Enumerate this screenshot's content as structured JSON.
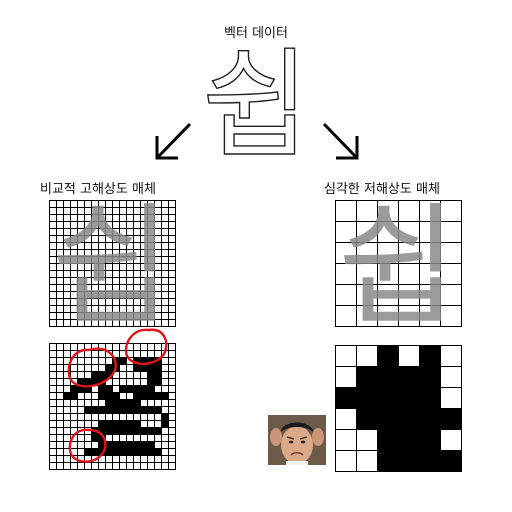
{
  "header": {
    "title": "벡터 데이터"
  },
  "left_panel": {
    "label": "비교적 고해상도 매체"
  },
  "right_panel": {
    "label": "심각한 저해상도 매체"
  },
  "glyph": "쉽",
  "colors": {
    "outline": "#222222",
    "glyph_fill": "#8a8a8a",
    "pixel_on": "#000000",
    "pixel_off": "#ffffff",
    "circle": "#e0141b"
  },
  "hi_res": {
    "rows": 18,
    "cols": 18,
    "pixels": [
      "..................",
      "..................",
      ".........##.####..",
      "........##..####..",
      "......###.....##..",
      "....####......##..",
      "...###.##.#####...",
      "..##...###..#####.",
      "........#####.....",
      ".....###########..",
      "................#.",
      ".......######...#.",
      "......##########..",
      "......##..........",
      ".......########...",
      ".....###########..",
      "..................",
      ".................."
    ]
  },
  "lo_res": {
    "rows": 6,
    "cols": 6,
    "pixels": [
      "..#.#.",
      ".####.",
      "#####.",
      ".#####",
      "..###.",
      "..####"
    ]
  },
  "icons": {
    "arrow_left": "arrow-down-left-icon",
    "arrow_right": "arrow-down-right-icon",
    "face": "reaction-face-icon"
  }
}
